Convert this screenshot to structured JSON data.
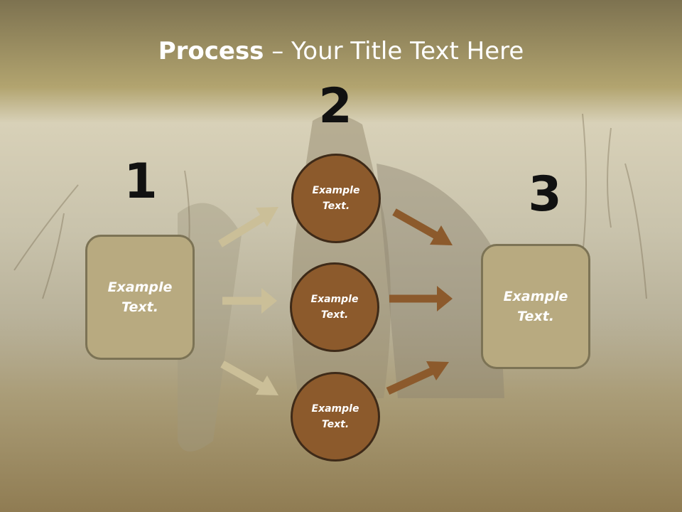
{
  "slide": {
    "title_bold": "Process",
    "title_rest": " – Your Title Text Here"
  },
  "steps": {
    "step1": {
      "number": "1",
      "text": "Example Text."
    },
    "step2": {
      "number": "2"
    },
    "step3": {
      "number": "3",
      "text": "Example Text."
    }
  },
  "circles": [
    {
      "text": "Example Text."
    },
    {
      "text": "Example Text."
    },
    {
      "text": "Example Text."
    }
  ],
  "colors": {
    "box_fill": "#b8aa80",
    "circle_fill": "#8c5a2c",
    "arrow_light": "#cbbf98",
    "arrow_dark": "#8c5a2c",
    "title_band": "#a99a68"
  }
}
